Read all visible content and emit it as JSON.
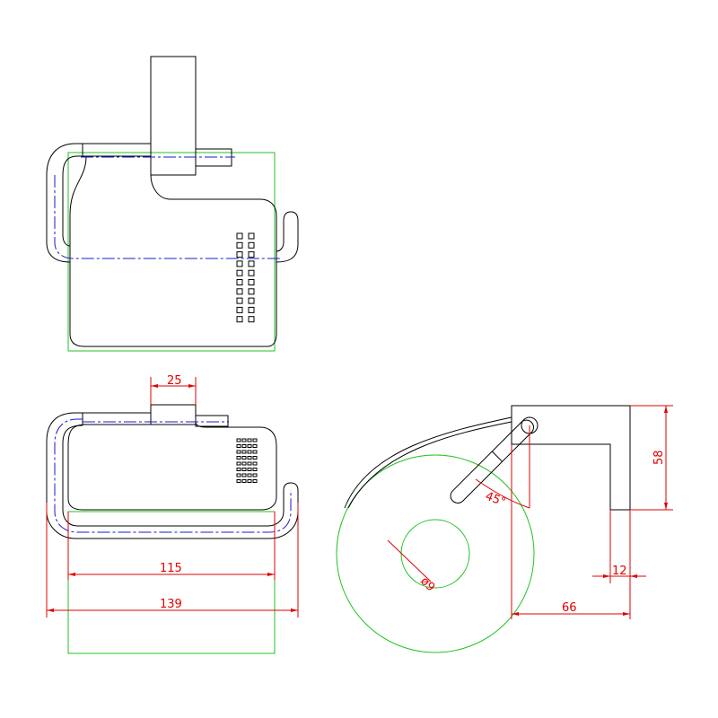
{
  "colors": {
    "outline": "#000000",
    "construction": "#22c322",
    "centerline": "#1a1acc",
    "dimension": "#e00000"
  },
  "dimensions": {
    "plate_width": "25",
    "inner_width": "115",
    "overall_width": "139",
    "angle": "45°",
    "diameter": "ø9",
    "height": "58",
    "wall_offset": "12",
    "depth": "66"
  }
}
